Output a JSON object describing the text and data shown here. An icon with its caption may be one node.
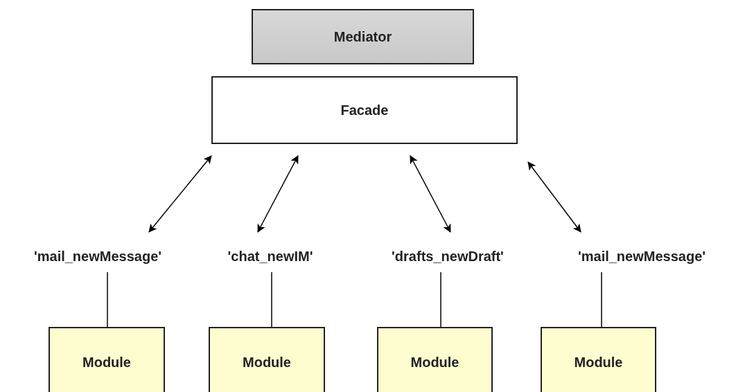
{
  "diagram": {
    "nodes": [
      {
        "text": [
          "Mediator"
        ]
      },
      {
        "text": [
          "Facade"
        ]
      },
      {
        "text": [
          "'mail_newMessage'"
        ]
      },
      {
        "text": [
          "'chat_newIM'"
        ]
      },
      {
        "text": [
          "'drafts_newDraft'"
        ]
      },
      {
        "text": [
          "'mail_newMessage'"
        ]
      },
      {
        "text": [
          "Module"
        ]
      },
      {
        "text": [
          "Module"
        ]
      },
      {
        "text": [
          "Module"
        ]
      },
      {
        "text": [
          "Module"
        ]
      }
    ],
    "edges": [
      {
        "from": 1,
        "to": 2,
        "arrow": "both"
      },
      {
        "from": 1,
        "to": 3,
        "arrow": "both"
      },
      {
        "from": 1,
        "to": 4,
        "arrow": "both"
      },
      {
        "from": 1,
        "to": 5,
        "arrow": "both"
      },
      {
        "from": 2,
        "to": 6,
        "arrow": "none"
      },
      {
        "from": 3,
        "to": 7,
        "arrow": "none"
      },
      {
        "from": 4,
        "to": 8,
        "arrow": "none"
      },
      {
        "from": 5,
        "to": 9,
        "arrow": "none"
      }
    ]
  }
}
